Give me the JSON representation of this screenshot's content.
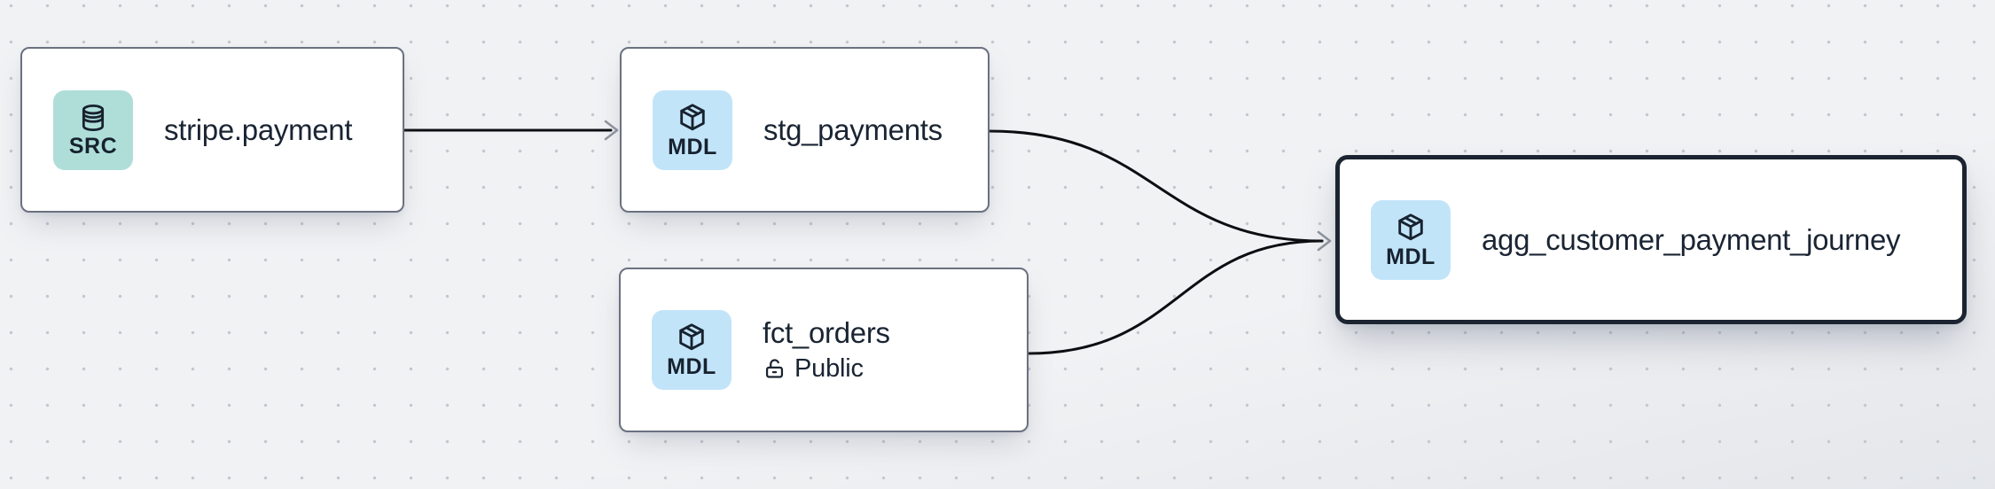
{
  "app": {
    "view": "lineage-graph",
    "canvas": {
      "background_color": "#f1f2f4",
      "dot_color": "#c3c7cf",
      "edge_color": "#0d0e11",
      "arrowhead_color": "#8f95a0",
      "node_border_color": "#6a7180",
      "selected_border_color": "#1b2430"
    }
  },
  "nodes": [
    {
      "id": "stripe.payment",
      "label": "stripe.payment",
      "badge": {
        "label": "SRC",
        "icon": "database-icon",
        "color": "#afded9"
      },
      "selected": false
    },
    {
      "id": "stg_payments",
      "label": "stg_payments",
      "badge": {
        "label": "MDL",
        "icon": "cube-icon",
        "color": "#c2e4f9"
      },
      "selected": false
    },
    {
      "id": "fct_orders",
      "label": "fct_orders",
      "sublabel": "Public",
      "sublabel_icon": "lock-open-icon",
      "badge": {
        "label": "MDL",
        "icon": "cube-icon",
        "color": "#c2e4f9"
      },
      "selected": false
    },
    {
      "id": "agg_customer_payment_journey",
      "label": "agg_customer_payment_journey",
      "badge": {
        "label": "MDL",
        "icon": "cube-icon",
        "color": "#c2e4f9"
      },
      "selected": true
    }
  ],
  "edges": [
    {
      "from": "stripe.payment",
      "to": "stg_payments"
    },
    {
      "from": "stg_payments",
      "to": "agg_customer_payment_journey"
    },
    {
      "from": "fct_orders",
      "to": "agg_customer_payment_journey"
    }
  ]
}
